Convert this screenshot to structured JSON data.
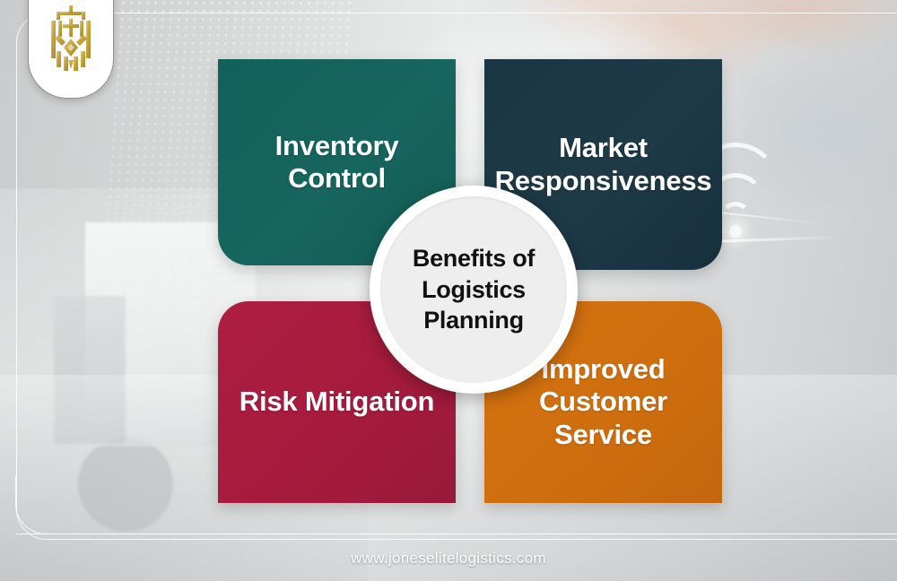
{
  "brand": {
    "logo_icon": "jones-elite-logistics-crest-icon",
    "logo_color": "#c9a33f"
  },
  "center": {
    "title": "Benefits of Logistics Planning",
    "ring_color": "#ffffff",
    "fill_color": "#eeeeee",
    "text_color": "#111111"
  },
  "cards": [
    {
      "id": "inventory-control",
      "label": "Inventory Control",
      "color": "#16625c",
      "position": "top-left"
    },
    {
      "id": "market-responsiveness",
      "label": "Market Responsiveness",
      "color": "#1c3744",
      "position": "top-right"
    },
    {
      "id": "risk-mitigation",
      "label": "Risk Mitigation",
      "color": "#a81c3f",
      "position": "bottom-left"
    },
    {
      "id": "improved-customer-service",
      "label": "Improved Customer Service",
      "color": "#d2700f",
      "position": "bottom-right"
    }
  ],
  "footer": {
    "url": "www.joneselitelogistics.com",
    "text_color": "#ffffff"
  },
  "background": {
    "base_color": "#b9bcbe",
    "motifs": [
      "freight-truck",
      "hands-on-tablet",
      "wifi-signal",
      "halftone-dots"
    ]
  }
}
